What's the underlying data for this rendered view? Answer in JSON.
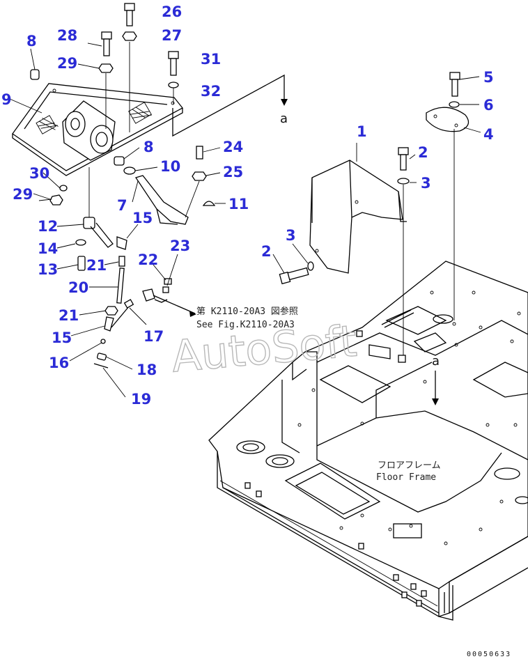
{
  "callouts": [
    {
      "n": "1"
    },
    {
      "n": "2"
    },
    {
      "n": "2"
    },
    {
      "n": "3"
    },
    {
      "n": "3"
    },
    {
      "n": "4"
    },
    {
      "n": "5"
    },
    {
      "n": "6"
    },
    {
      "n": "7"
    },
    {
      "n": "8"
    },
    {
      "n": "8"
    },
    {
      "n": "9"
    },
    {
      "n": "10"
    },
    {
      "n": "11"
    },
    {
      "n": "12"
    },
    {
      "n": "13"
    },
    {
      "n": "14"
    },
    {
      "n": "15"
    },
    {
      "n": "15"
    },
    {
      "n": "16"
    },
    {
      "n": "17"
    },
    {
      "n": "18"
    },
    {
      "n": "19"
    },
    {
      "n": "20"
    },
    {
      "n": "21"
    },
    {
      "n": "21"
    },
    {
      "n": "22"
    },
    {
      "n": "23"
    },
    {
      "n": "24"
    },
    {
      "n": "25"
    },
    {
      "n": "26"
    },
    {
      "n": "27"
    },
    {
      "n": "28"
    },
    {
      "n": "29"
    },
    {
      "n": "29"
    },
    {
      "n": "30"
    },
    {
      "n": "31"
    },
    {
      "n": "32"
    }
  ],
  "reference_letter": "a",
  "see_figure": {
    "jp": "第 K2110-20A3 図参照",
    "en": "See Fig.K2110-20A3"
  },
  "floor_frame": {
    "jp": "フロアフレーム",
    "en": "Floor Frame"
  },
  "watermark": "AutoSoft",
  "doc_id": "00050633"
}
